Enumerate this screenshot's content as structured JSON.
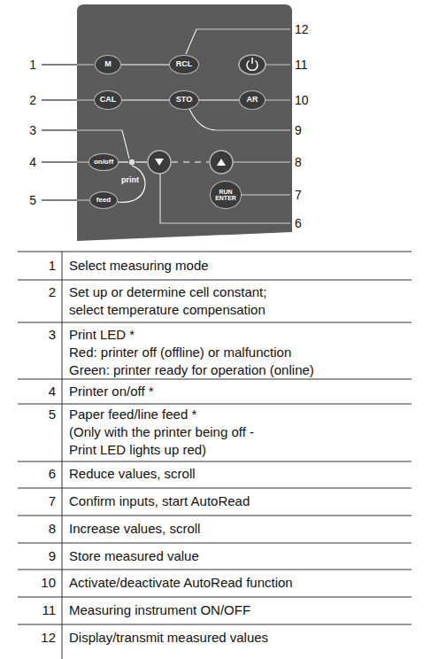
{
  "diagram": {
    "nodes": [
      {
        "text": [
          "M"
        ]
      },
      {
        "text": [
          "RCL"
        ]
      },
      {
        "text": [
          "CAL"
        ]
      },
      {
        "text": [
          "STO"
        ]
      },
      {
        "text": [
          "AR"
        ]
      },
      {
        "text": [
          "on/off"
        ]
      },
      {
        "text": [
          "RUN ENTER"
        ]
      },
      {
        "text": [
          "feed"
        ]
      }
    ],
    "edges": [
      {
        "from": 0,
        "to": 1,
        "arrow": "none"
      },
      {
        "from": 2,
        "to": 3,
        "arrow": "none"
      },
      {
        "from": 3,
        "to": 4,
        "arrow": "none"
      }
    ],
    "labels": [
      "12",
      "1",
      "11",
      "2",
      "10",
      "3",
      "9",
      "4",
      "8",
      "print",
      "7",
      "5",
      "6",
      "1",
      "Select measuring mode",
      "2",
      "Set up or determine cell constant;",
      "select temperature compensation",
      "3",
      "Print LED *",
      "Red: printer off (offline) or malfunction",
      "Green: printer ready for operation (online)",
      "4",
      "Printer on/off *",
      "5",
      "Paper feed/line feed *",
      "(Only with the printer being off - Print LED lights up red)",
      "6",
      "Reduce values, scroll",
      "7",
      "Confirm inputs, start AutoRead",
      "8",
      "Increase values, scroll",
      "9",
      "Store measured value",
      "10",
      "Activate/deactivate AutoRead function",
      "11",
      "Measuring instrument ON/OFF",
      "12",
      "Display/transmit measured values"
    ]
  }
}
